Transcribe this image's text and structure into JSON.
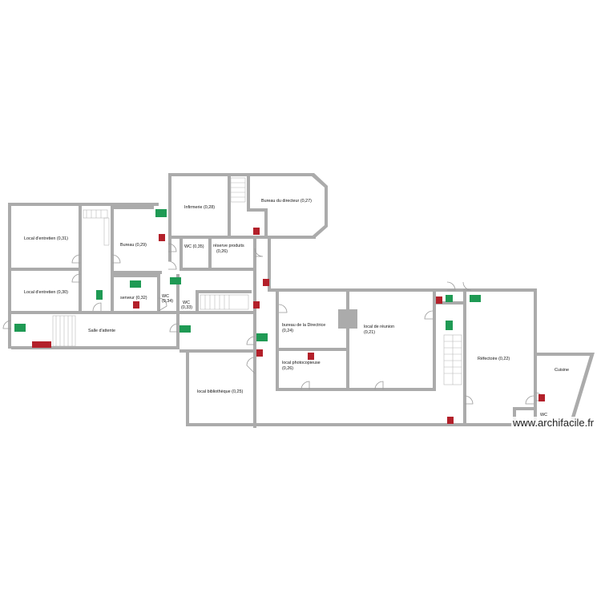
{
  "watermark": "www.archifacile.fr",
  "rooms": {
    "infirmerie": "Infirmerie (0,28)",
    "bureau_directeur": "Bureau du directeur (0,27)",
    "local_entretien_1": "Local d'entretien (0,31)",
    "local_entretien_2": "Local d'entretien (0,30)",
    "bureau_029": "Bureau (0,29)",
    "wc_035": "WC (0,35)",
    "reserve_1": "réserve produits",
    "reserve_2": "(0,26)",
    "serveur": "serveur (0,32)",
    "wc_034_1": "WC",
    "wc_034_2": "(0,34)",
    "wc_033_1": "WC",
    "wc_033_2": "(0,33)",
    "salle_attente": "Salle d'attente",
    "bureau_directrice_1": "bureau de la Directrice",
    "bureau_directrice_2": "(0,24)",
    "local_reunion_1": "local de réunion",
    "local_reunion_2": "(0,21)",
    "local_photocopieuse_1": "local photocopieuse",
    "local_photocopieuse_2": "(0,26)",
    "refectoire": "Réfectoire (0,22)",
    "cuisine": "Cuisine",
    "wc_small": "WC",
    "bibliotheque": "local bibliothèque (0,25)"
  },
  "colors": {
    "wall": "#ababab",
    "exit_sign": "#1f9a54",
    "fire_sign": "#b3202a"
  }
}
